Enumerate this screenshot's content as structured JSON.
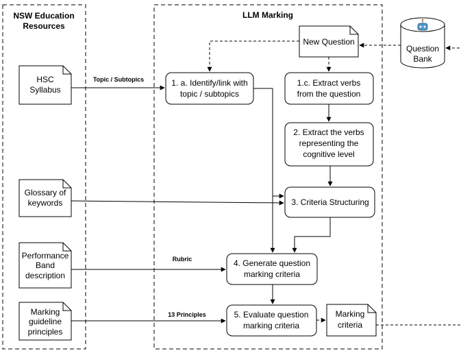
{
  "lanes": {
    "left_title_line1": "NSW Education",
    "left_title_line2": "Resources",
    "middle_title": "LLM Marking"
  },
  "docs": {
    "hsc": [
      "HSC",
      "Syllabus"
    ],
    "glossary": [
      "Glossary of",
      "keywords"
    ],
    "performance": [
      "Performance",
      "Band",
      "description"
    ],
    "guideline": [
      "Marking",
      "guideline",
      "principles"
    ],
    "new_question": [
      "New Question"
    ],
    "marking_criteria": [
      "Marking",
      "criteria"
    ]
  },
  "question_bank": [
    "Question",
    "Bank"
  ],
  "steps": {
    "s1a": [
      "1. a. Identify/link with",
      "topic / subtopics"
    ],
    "s1c": [
      "1.c. Extract verbs",
      "from the question"
    ],
    "s2": [
      "2. Extract the verbs",
      "representing the",
      "cognitive level"
    ],
    "s3": [
      "3. Criteria Structuring"
    ],
    "s4": [
      "4. Generate question",
      "marking criteria"
    ],
    "s5": [
      "5. Evaluate question",
      "marking criteria"
    ]
  },
  "edge_labels": {
    "topic": "Topic / Subtopics",
    "rubric": "Rubric",
    "principles": "13 Principles"
  }
}
